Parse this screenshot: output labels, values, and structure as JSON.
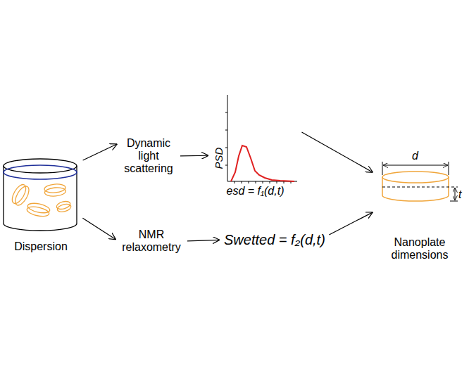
{
  "diagram": {
    "nodes": [
      {
        "text": [
          "Dispersion"
        ]
      },
      {
        "text": [
          "Dynamic light scattering"
        ]
      },
      {
        "text": [
          "PSD",
          "esd = f₁(d,t)"
        ]
      },
      {
        "text": [
          "NMR relaxometry"
        ]
      },
      {
        "text": [
          "Swetted = f₂(d,t)"
        ]
      },
      {
        "text": [
          "Nanoplate dimensions"
        ]
      }
    ],
    "edges": [
      {
        "from": 0,
        "to": 1,
        "arrow": "to"
      },
      {
        "from": 0,
        "to": 3,
        "arrow": "to"
      },
      {
        "from": 1,
        "to": 2,
        "arrow": "to"
      },
      {
        "from": 3,
        "to": 4,
        "arrow": "to"
      },
      {
        "from": 2,
        "to": 5,
        "arrow": "to"
      },
      {
        "from": 4,
        "to": 5,
        "arrow": "to"
      }
    ],
    "labels": [
      "d",
      "t"
    ]
  }
}
